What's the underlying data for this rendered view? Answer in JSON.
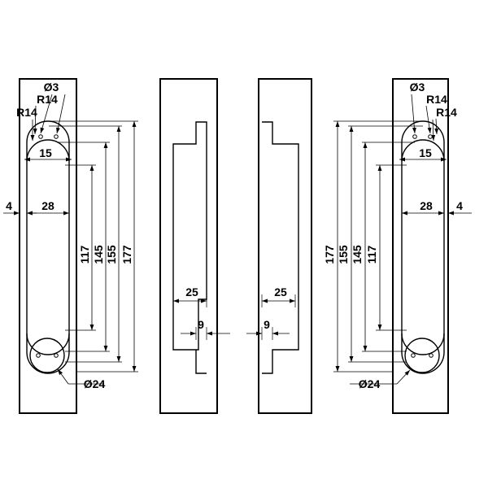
{
  "drawing": {
    "left_front": {
      "hole_diameter": "Ø3",
      "radius_top": "R14",
      "radius_side": "R14",
      "width_inner": "15",
      "width_slot": "28",
      "offset": "4",
      "len_117": "117",
      "len_145": "145",
      "len_155": "155",
      "len_177": "177",
      "bottom_diameter": "Ø24"
    },
    "left_side": {
      "depth": "25",
      "step": "9"
    },
    "right_side": {
      "depth": "25",
      "step": "9"
    },
    "right_front": {
      "hole_diameter": "Ø3",
      "radius_top": "R14",
      "radius_side": "R14",
      "width_inner": "15",
      "width_slot": "28",
      "offset": "4",
      "len_117": "117",
      "len_145": "145",
      "len_155": "155",
      "len_177": "177",
      "bottom_diameter": "Ø24"
    }
  }
}
